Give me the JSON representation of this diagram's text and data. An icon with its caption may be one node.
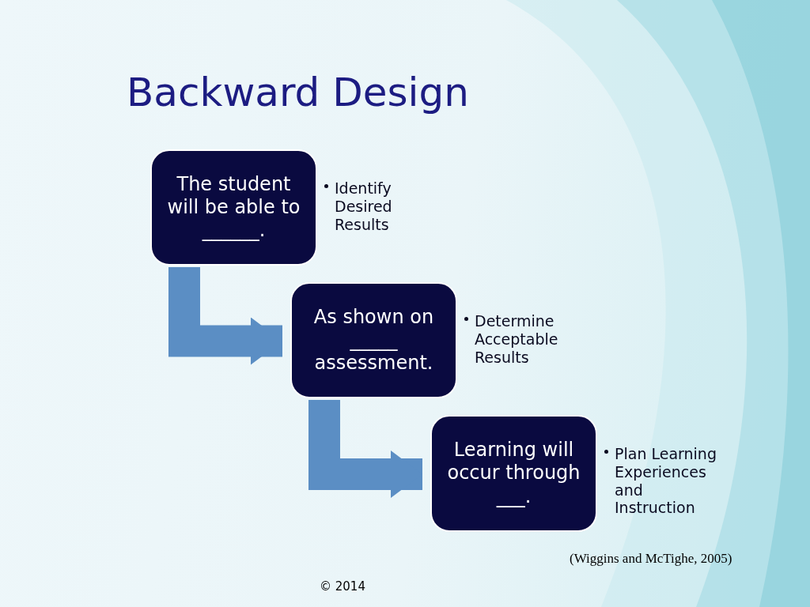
{
  "diagram": {
    "title": "Backward Design",
    "nodes": [
      {
        "text": [
          "The student will be able to ______."
        ],
        "beside": [
          "Identify Desired Results"
        ]
      },
      {
        "text": [
          "As shown on _____ assessment."
        ],
        "beside": [
          "Determine Acceptable Results"
        ]
      },
      {
        "text": [
          "Learning will occur through ___."
        ],
        "beside": [
          "Plan Learning Experiences and Instruction"
        ]
      }
    ],
    "edges": [
      {
        "from": 0,
        "to": 1,
        "arrow": "to"
      },
      {
        "from": 1,
        "to": 2,
        "arrow": "to"
      }
    ],
    "labels": [
      "(Wiggins and McTighe, 2005)",
      "© 2014"
    ]
  }
}
